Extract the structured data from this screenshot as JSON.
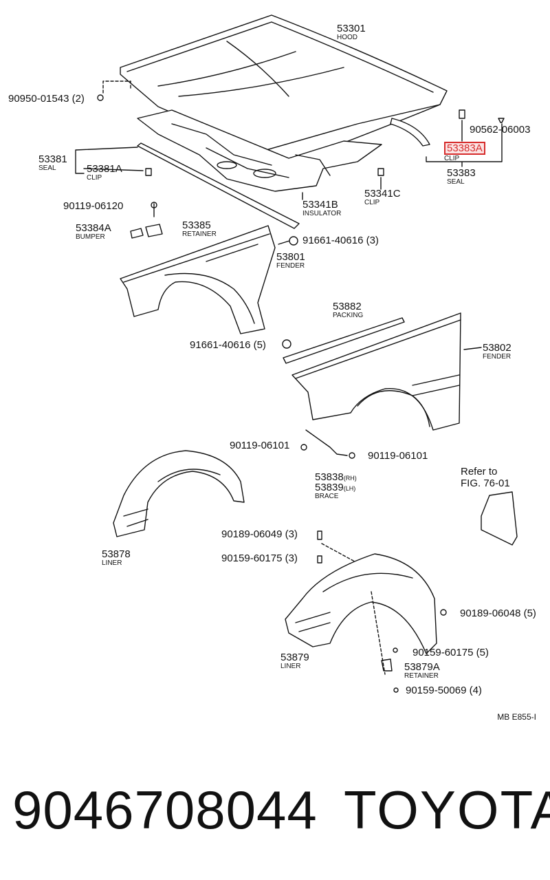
{
  "parts": {
    "hood": {
      "num": "53301",
      "name": "HOOD"
    },
    "hood_bolt": {
      "num": "90950-01543 (2)"
    },
    "clip_90562": {
      "num": "90562-06003"
    },
    "clip_53383a": {
      "num": "53383A",
      "name": "CLIP"
    },
    "seal_53383": {
      "num": "53383",
      "name": "SEAL"
    },
    "seal_53381": {
      "num": "53381",
      "name": "SEAL"
    },
    "clip_53381a": {
      "num": "53381A",
      "name": "CLIP"
    },
    "clip_53341c": {
      "num": "53341C",
      "name": "CLIP"
    },
    "insulator": {
      "num": "53341B",
      "name": "INSULATOR"
    },
    "bolt_90119_06120": {
      "num": "90119-06120"
    },
    "bumper": {
      "num": "53384A",
      "name": "BUMPER"
    },
    "retainer_53385": {
      "num": "53385",
      "name": "RETAINER"
    },
    "screw_91661_a": {
      "num": "91661-40616 (3)"
    },
    "fender_lh": {
      "num": "53801",
      "name": "FENDER"
    },
    "packing": {
      "num": "53882",
      "name": "PACKING"
    },
    "screw_91661_b": {
      "num": "91661-40616 (5)"
    },
    "fender_rh": {
      "num": "53802",
      "name": "FENDER"
    },
    "bolt_90119_06101_a": {
      "num": "90119-06101"
    },
    "bolt_90119_06101_b": {
      "num": "90119-06101"
    },
    "brace": {
      "num_rh": "53838",
      "rh": "(RH)",
      "num_lh": "53839",
      "lh": "(LH)",
      "name": "BRACE"
    },
    "refer": {
      "line1": "Refer to",
      "line2": "FIG. 76-01"
    },
    "liner_53878": {
      "num": "53878",
      "name": "LINER"
    },
    "clip_90189_06049": {
      "num": "90189-06049 (3)"
    },
    "screw_90159_60175_a": {
      "num": "90159-60175 (3)"
    },
    "clip_90189_06048": {
      "num": "90189-06048 (5)"
    },
    "liner_53879": {
      "num": "53879",
      "name": "LINER"
    },
    "screw_90159_60175_b": {
      "num": "90159-60175 (5)"
    },
    "retainer_53879a": {
      "num": "53879A",
      "name": "RETAINER"
    },
    "screw_90159_50069": {
      "num": "90159-50069 (4)"
    }
  },
  "footer_code": "MB E855-I",
  "bottom": {
    "part_number": "9046708044",
    "brand": "TOYOTA"
  },
  "colors": {
    "highlight": "#d62a2a",
    "ink": "#111111"
  }
}
